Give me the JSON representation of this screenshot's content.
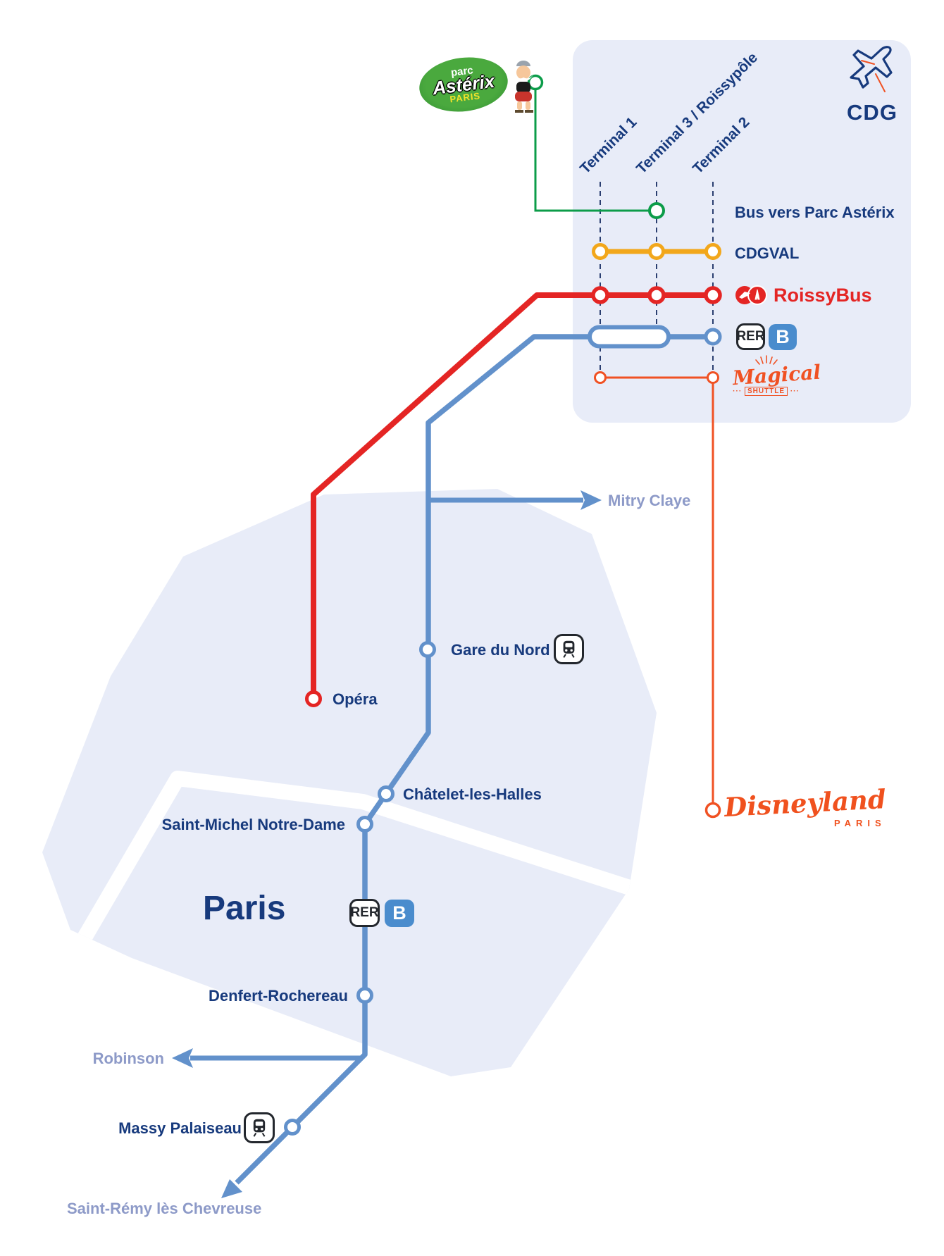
{
  "airport": {
    "code": "CDG",
    "terminals": [
      {
        "label": "Terminal 1"
      },
      {
        "label": "Terminal 3 / Roissypôle"
      },
      {
        "label": "Terminal 2"
      }
    ],
    "rows": [
      {
        "label": "Bus vers Parc Astérix"
      },
      {
        "label": "CDGVAL"
      },
      {
        "label": "RoissyBus"
      },
      {
        "rer": "RER",
        "line": "B"
      },
      {
        "name": "Magical",
        "banner": "SHUTTLE",
        "dots_left": "···",
        "dots_right": "···"
      }
    ]
  },
  "asterix": {
    "top": "parc",
    "name": "Astérix",
    "city": "PARIS"
  },
  "stations": {
    "mitry": {
      "label": "Mitry Claye"
    },
    "gare_du_nord": {
      "label": "Gare du Nord"
    },
    "opera": {
      "label": "Opéra"
    },
    "chatelet": {
      "label": "Châtelet-les-Halles"
    },
    "saint_michel": {
      "label": "Saint-Michel Notre-Dame"
    },
    "denfert": {
      "label": "Denfert-Rochereau"
    },
    "robinson": {
      "label": "Robinson"
    },
    "massy": {
      "label": "Massy Palaiseau"
    },
    "saint_remy": {
      "label": "Saint-Rémy lès Chevreuse"
    }
  },
  "paris": {
    "label": "Paris",
    "rer": "RER",
    "line": "B"
  },
  "disneyland": {
    "name": "Disneyland",
    "city": "PARIS"
  },
  "colors": {
    "navy": "#173a7d",
    "periwinkle": "#8d9ac8",
    "rer_blue": "#6291cb",
    "red": "#e42524",
    "yellow": "#f2a71b",
    "green": "#0c9c49",
    "orange": "#f05123",
    "region_bg": "#e8ecf8",
    "badge_blue": "#4a8ccd"
  }
}
